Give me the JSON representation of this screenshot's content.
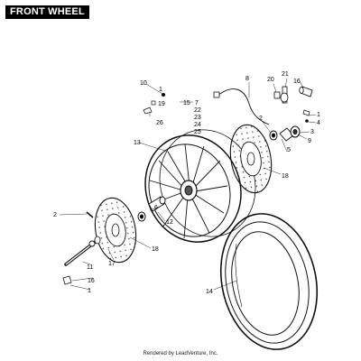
{
  "header": {
    "title": "FRONT WHEEL"
  },
  "footer": {
    "text": "Rendered by LeadVenture, Inc."
  },
  "callouts": {
    "c1a": "1",
    "c1b": "1",
    "c2a": "2",
    "c2b": "2",
    "c3": "3",
    "c4": "4",
    "c5": "5",
    "c6": "6",
    "c7": "7",
    "c8": "8",
    "c9": "9",
    "c10": "10",
    "c11": "11",
    "c12": "12",
    "c13": "13",
    "c14": "14",
    "c15": "15",
    "c16a": "16",
    "c16b": "16",
    "c17": "17",
    "c18a": "18",
    "c18b": "18",
    "c19": "19",
    "c20": "20",
    "c21": "21",
    "c22": "22",
    "c23": "23",
    "c24": "24",
    "c25": "25",
    "c26": "26"
  }
}
